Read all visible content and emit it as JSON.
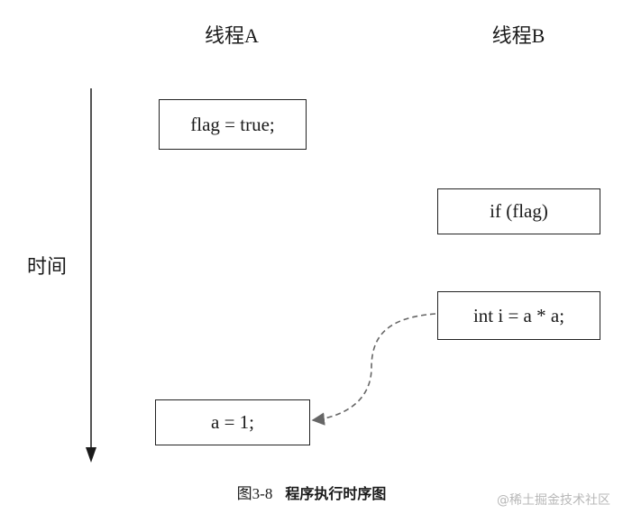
{
  "columns": {
    "thread_a": "线程A",
    "thread_b": "线程B"
  },
  "axis": {
    "time_label": "时间"
  },
  "boxes": {
    "flag_true": "flag = true;",
    "if_flag": "if (flag)",
    "int_i": "int i = a * a;",
    "a_equals_1": "a = 1;"
  },
  "caption": {
    "number": "图3-8",
    "text": "程序执行时序图"
  },
  "watermark": "@稀土掘金技术社区",
  "colors": {
    "line": "#1a1a1a",
    "dashed_arrow": "#666666",
    "watermark": "#b8b8b8"
  }
}
